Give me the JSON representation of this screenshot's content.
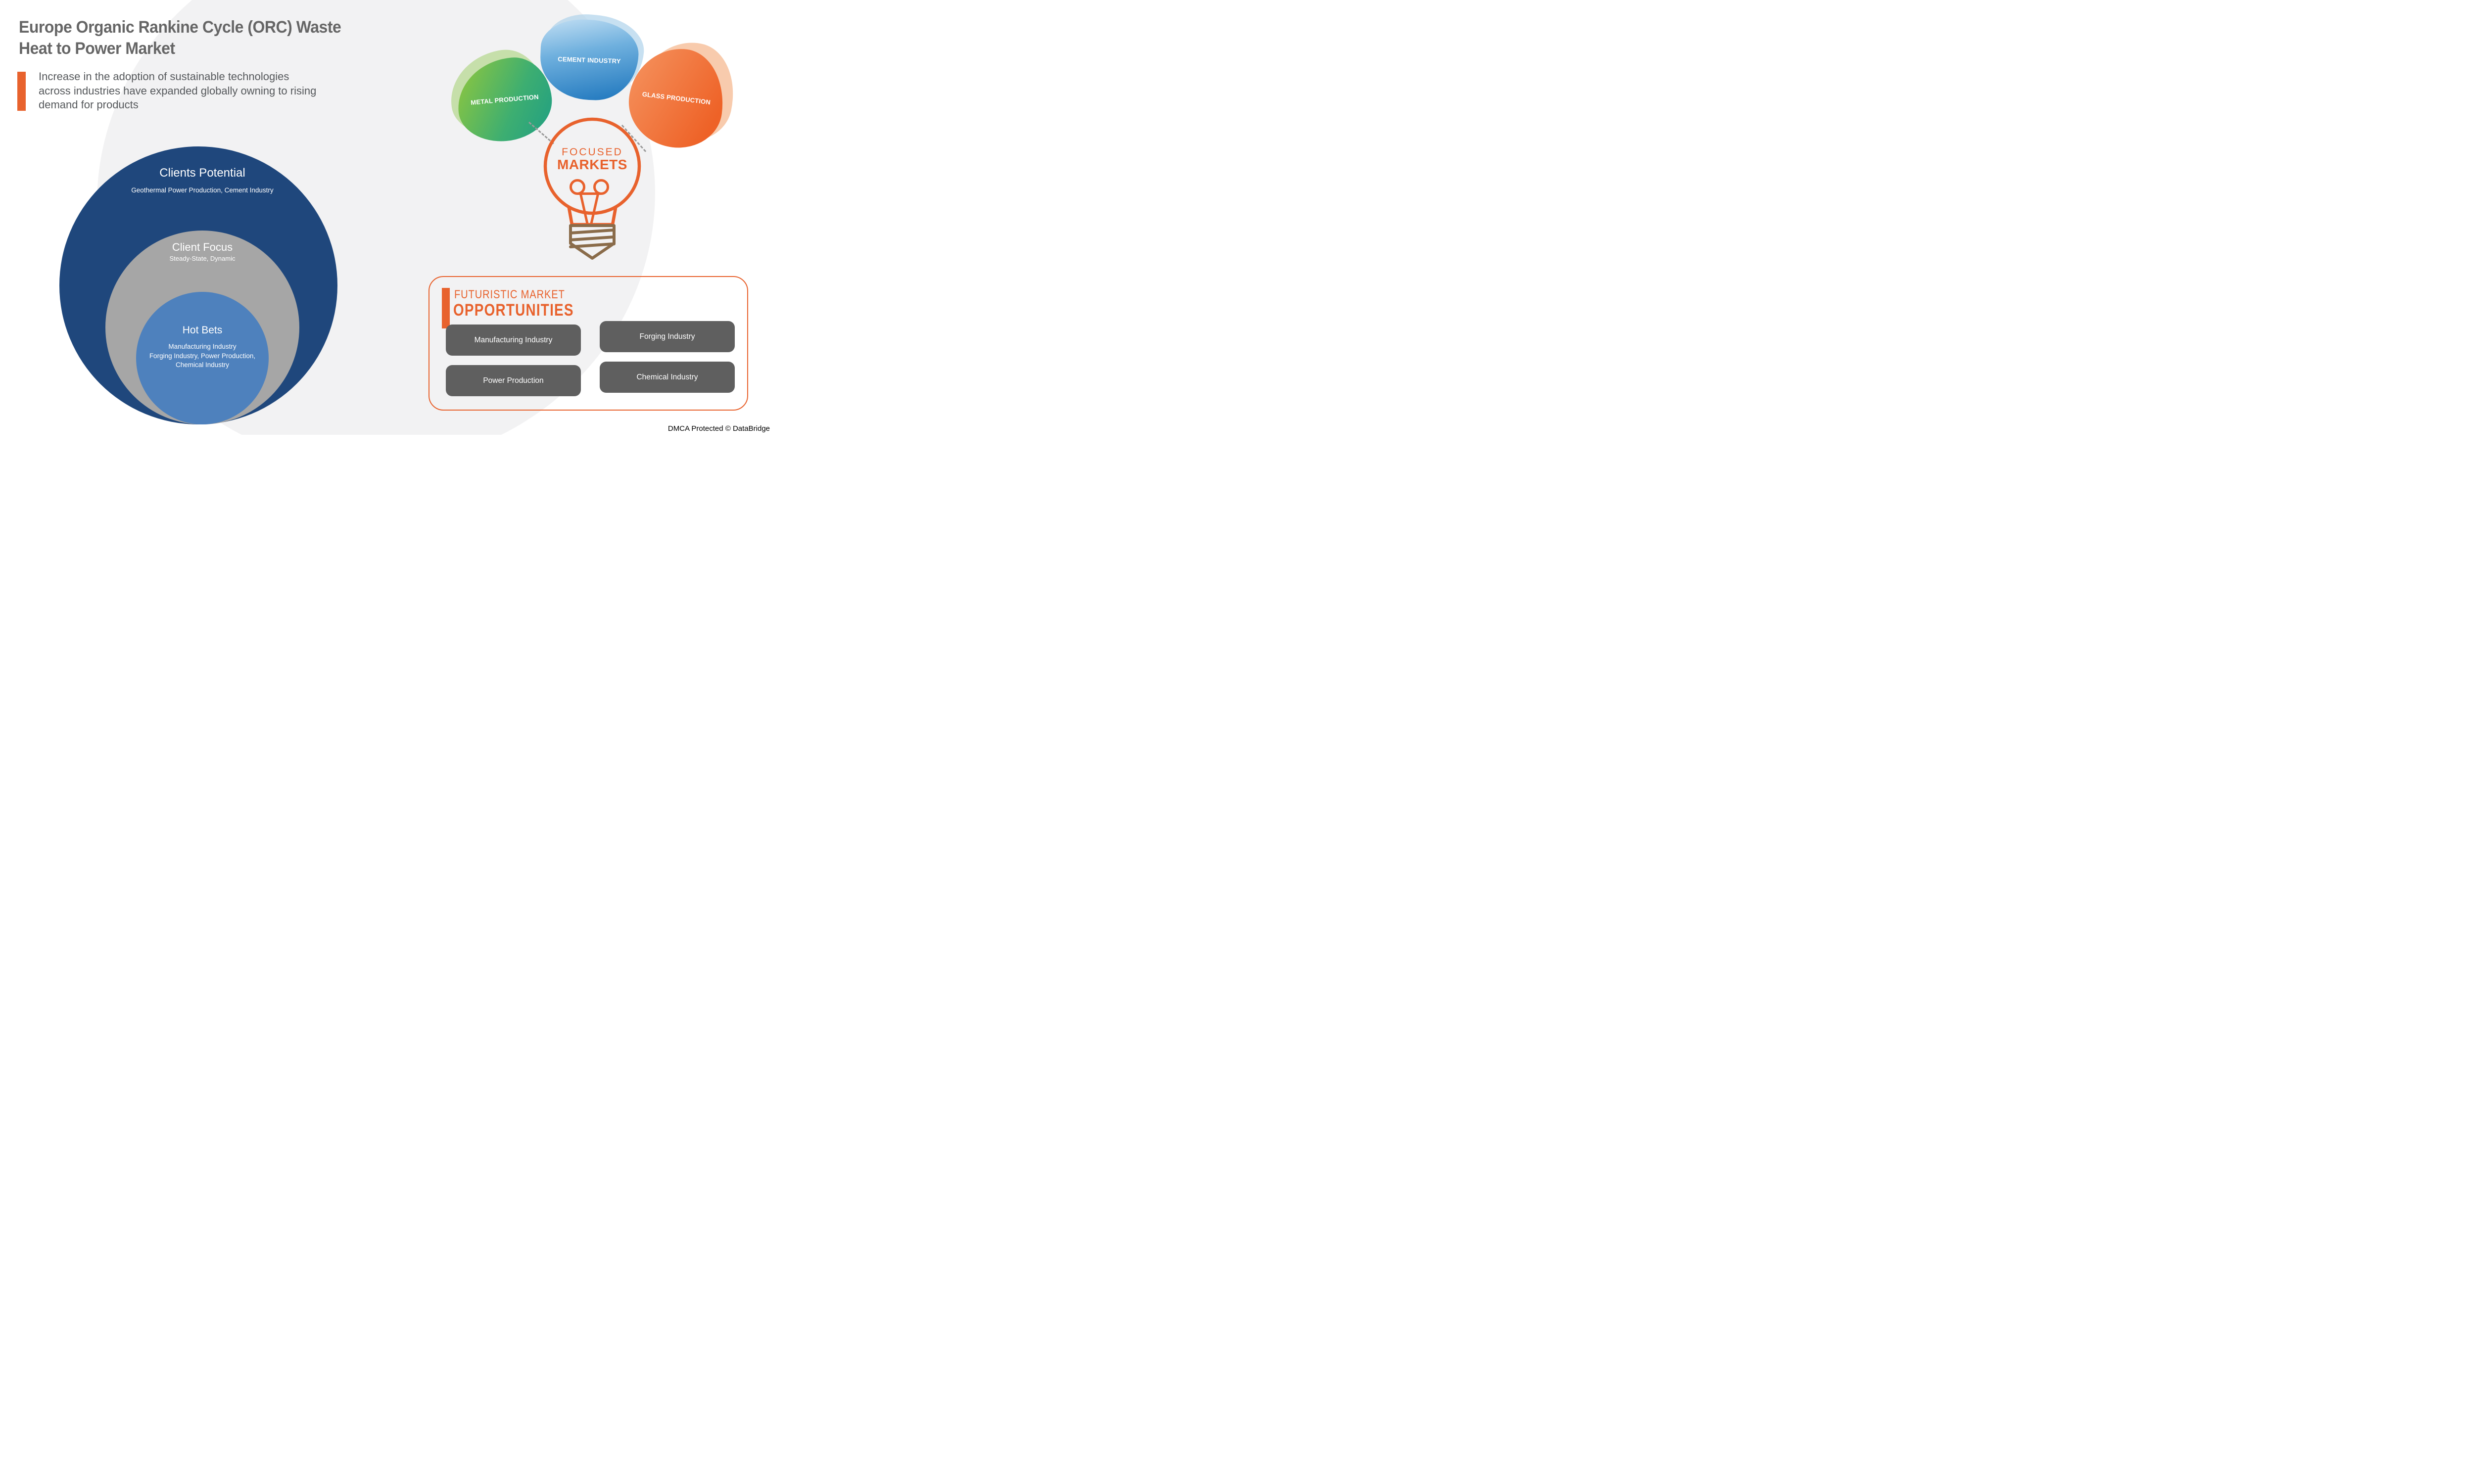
{
  "header": {
    "title_lines": [
      "Europe Organic Rankine Cycle (ORC) Waste",
      "Heat to Power Market"
    ],
    "subtitle_lines": [
      "Increase in the adoption of sustainable technologies",
      "across industries have expanded globally owning to rising",
      "demand for products"
    ]
  },
  "venn": {
    "outer": {
      "title": "Clients Potential",
      "subtitle": "Geothermal Power Production, Cement Industry"
    },
    "middle": {
      "title": "Client Focus",
      "subtitle": "Steady-State, Dynamic"
    },
    "inner": {
      "title": "Hot Bets",
      "lines": [
        "Manufacturing Industry",
        "Forging Industry, Power Production,",
        "Chemical Industry"
      ]
    }
  },
  "focused_markets": {
    "shields": [
      {
        "label": "METAL PRODUCTION",
        "color_start": "#8DC63F",
        "color_end": "#1F9E84"
      },
      {
        "label": "CEMENT INDUSTRY",
        "color_start": "#C4E0F4",
        "color_end": "#1B74BC"
      },
      {
        "label": "GLASS PRODUCTION",
        "color_start": "#F5935F",
        "color_end": "#EE6227"
      }
    ],
    "bulb": {
      "line1": "FOCUSED",
      "line2": "MARKETS"
    }
  },
  "opportunities": {
    "heading_line1": "FUTURISTIC MARKET",
    "heading_line2": "OPPORTUNITIES",
    "buttons": [
      "Manufacturing Industry",
      "Forging Industry",
      "Power Production",
      "Chemical Industry"
    ]
  },
  "footer": {
    "copyright": "DMCA Protected © DataBridge"
  },
  "colors": {
    "accent_orange": "#E8622D",
    "navy_circle": "#1F477C",
    "gray_circle": "#A6A6A6",
    "steel_blue_circle": "#4E81BD",
    "button_gray": "#5F5F5F",
    "bulb_base_brown": "#8A6C4A",
    "title_gray": "#666666",
    "background_blob": "#F2F2F3"
  }
}
